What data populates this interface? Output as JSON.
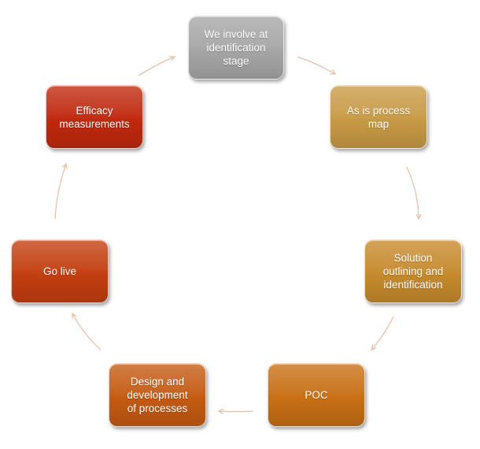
{
  "diagram": {
    "type": "cycle",
    "arrow_color": "#e6c2a8",
    "nodes": [
      {
        "label": "We involve at\nidentification\nstage",
        "color": "#a6a6a6"
      },
      {
        "label": "As is process\nmap",
        "color": "#c89a45"
      },
      {
        "label": "Solution\noutlining and\nidentification",
        "color": "#c68a2c"
      },
      {
        "label": "POC",
        "color": "#c76f14"
      },
      {
        "label": "Design and\ndevelopment\nof processes",
        "color": "#c45a12"
      },
      {
        "label": "Go live",
        "color": "#c33e10"
      },
      {
        "label": "Efficacy\nmeasurements",
        "color": "#c0290e"
      }
    ]
  }
}
